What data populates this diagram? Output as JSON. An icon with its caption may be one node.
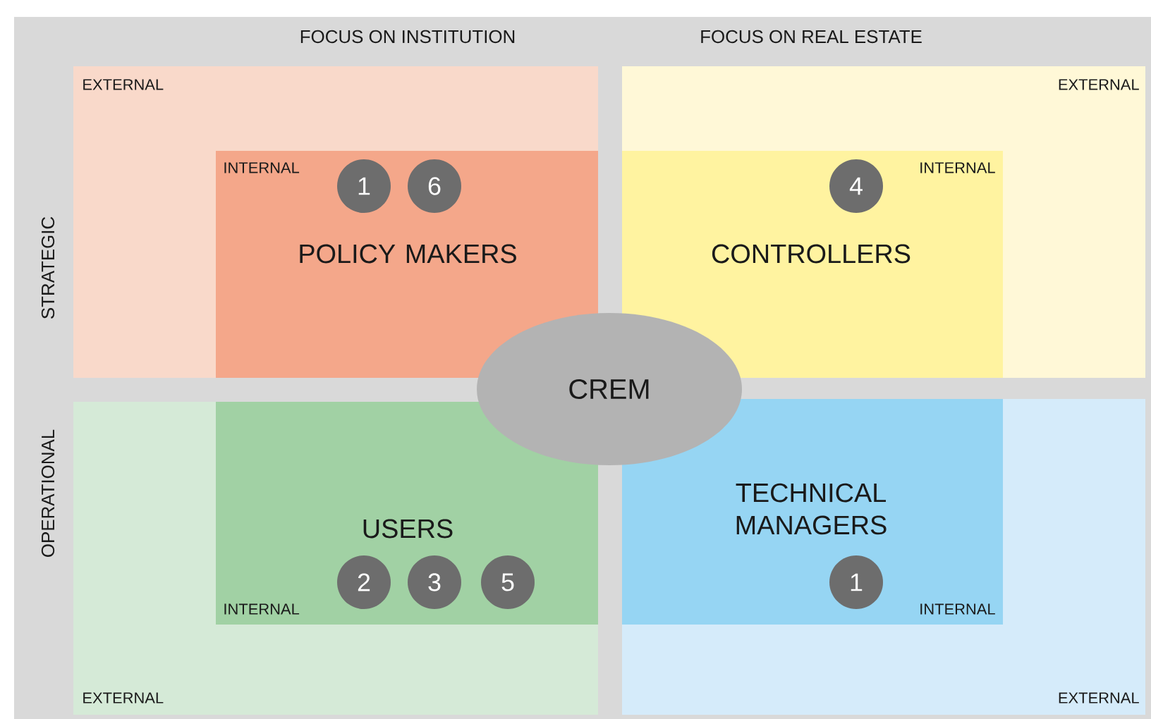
{
  "diagram": {
    "nodes": [
      {
        "text": [
          "EXTERNAL"
        ]
      },
      {
        "text": [
          "INTERNAL",
          "POLICY MAKERS"
        ],
        "in": 0
      },
      {
        "text": [
          "1"
        ],
        "in": 1
      },
      {
        "text": [
          "6"
        ],
        "in": 1
      },
      {
        "text": [
          "EXTERNAL"
        ]
      },
      {
        "text": [
          "INTERNAL",
          "CONTROLLERS"
        ],
        "in": 4
      },
      {
        "text": [
          "4"
        ],
        "in": 5
      },
      {
        "text": [
          "CREM"
        ]
      },
      {
        "text": [
          "EXTERNAL"
        ]
      },
      {
        "text": [
          "USERS",
          "INTERNAL"
        ],
        "in": 8
      },
      {
        "text": [
          "2"
        ],
        "in": 9
      },
      {
        "text": [
          "3"
        ],
        "in": 9
      },
      {
        "text": [
          "5"
        ],
        "in": 9
      },
      {
        "text": [
          "EXTERNAL"
        ]
      },
      {
        "text": [
          "TECHNICAL MANAGERS",
          "INTERNAL"
        ],
        "in": 13
      },
      {
        "text": [
          "1"
        ],
        "in": 14
      }
    ],
    "labels": [
      "FOCUS ON INSTITUTION",
      "FOCUS ON REAL ESTATE",
      "STRATEGIC",
      "OPERATIONAL"
    ]
  }
}
